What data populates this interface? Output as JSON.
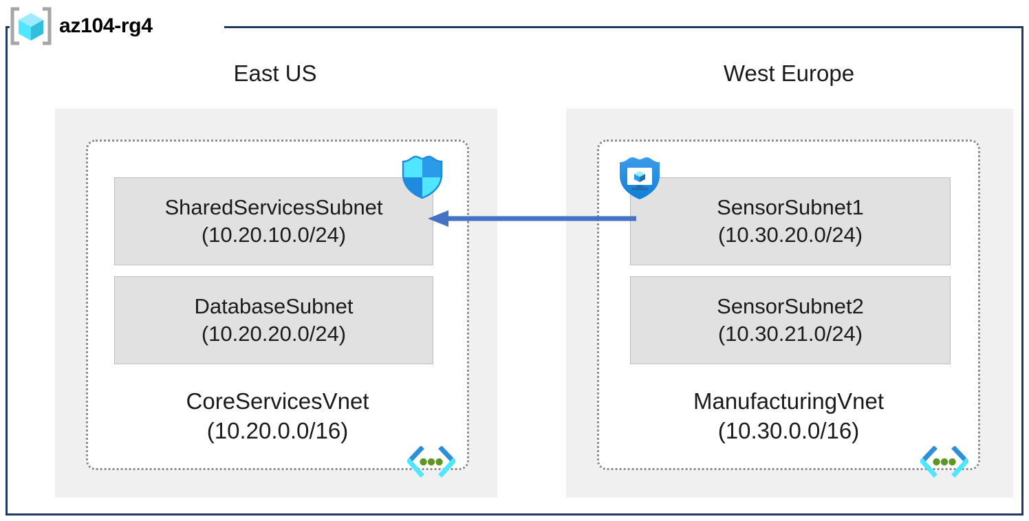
{
  "resource_group": {
    "name": "az104-rg4",
    "icon": "resource-group-cube-icon",
    "frame_color": "#1F3864"
  },
  "regions": [
    {
      "id": "eastus",
      "label": "East US",
      "vnet": {
        "name": "CoreServicesVnet",
        "cidr": "(10.20.0.0/16)",
        "icon": "virtual-network-icon",
        "subnets": [
          {
            "name": "SharedServicesSubnet",
            "cidr": "(10.20.10.0/24)",
            "attached_icon": "network-security-group-shield-icon"
          },
          {
            "name": "DatabaseSubnet",
            "cidr": "(10.20.20.0/24)",
            "attached_icon": null
          }
        ]
      }
    },
    {
      "id": "westeurope",
      "label": "West Europe",
      "vnet": {
        "name": "ManufacturingVnet",
        "cidr": "(10.30.0.0/16)",
        "icon": "virtual-network-icon",
        "subnets": [
          {
            "name": "SensorSubnet1",
            "cidr": "(10.30.20.0/24)",
            "attached_icon": "application-security-group-icon"
          },
          {
            "name": "SensorSubnet2",
            "cidr": "(10.30.21.0/24)",
            "attached_icon": null
          }
        ]
      }
    }
  ],
  "connection": {
    "name": "vnet-peering-arrow",
    "direction": "right-to-left",
    "color": "#4472C4"
  },
  "colors": {
    "frame": "#1F3864",
    "region_box": "#F0F0F0",
    "vnet_border": "#8C8C8C",
    "subnet_fill": "#E1E1E1",
    "subnet_border": "#BEBEBE",
    "arrow": "#4472C4",
    "icon_cyan": "#50E6FF",
    "icon_blue": "#0078D4",
    "icon_green": "#5E9624"
  }
}
